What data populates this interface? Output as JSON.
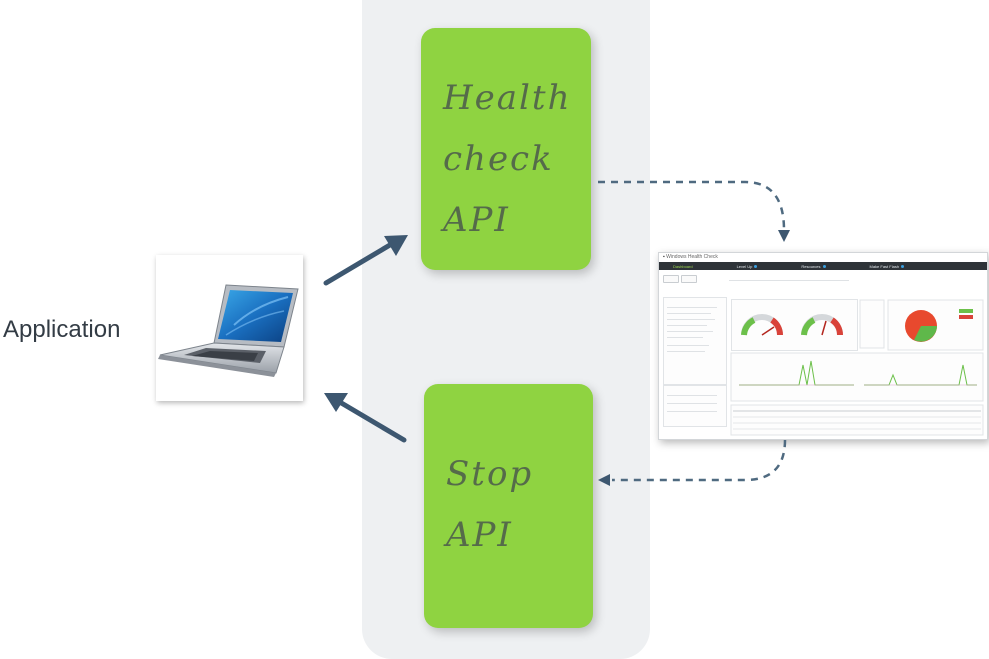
{
  "application_label": "Application",
  "boxes": {
    "health_check": {
      "label": "Health\ncheck\nAPI"
    },
    "stop": {
      "label": "Stop\nAPI"
    }
  },
  "dashboard": {
    "title": "Windows Health Check",
    "tabs": [
      {
        "label": "Dashboard"
      },
      {
        "label": "Level Up"
      },
      {
        "label": "Resources"
      },
      {
        "label": "Make Fast Flash"
      }
    ]
  },
  "colors": {
    "green_box": "#8fd341",
    "panel": "#eef0f2",
    "arrow_solid": "#3d5770",
    "arrow_dashed": "#3d5770"
  }
}
